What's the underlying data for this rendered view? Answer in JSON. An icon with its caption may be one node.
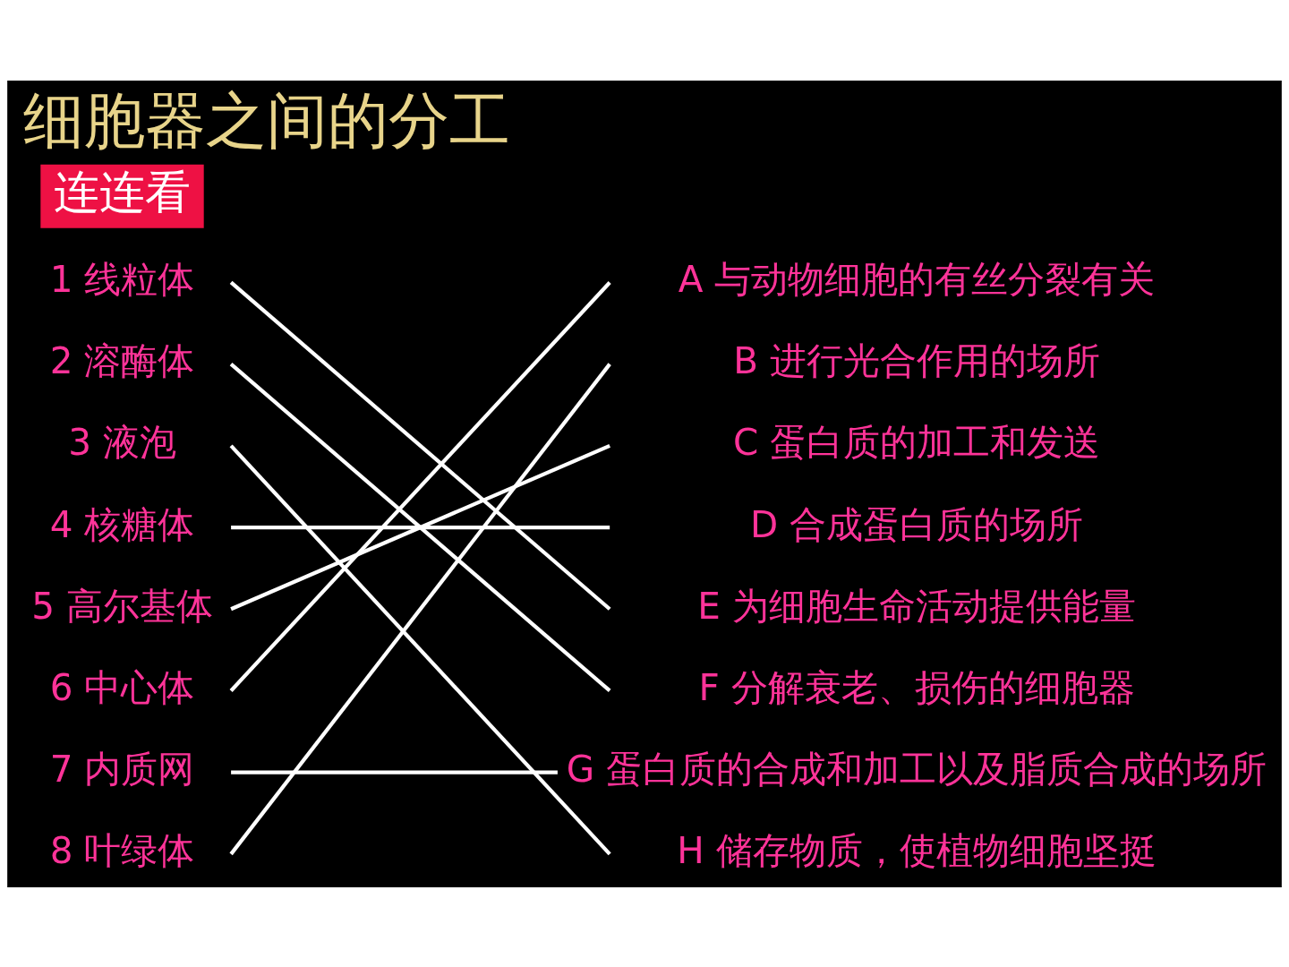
{
  "diagram": {
    "title": "细胞器之间的分工",
    "nodes": [
      {
        "text": [
          "1 线粒体"
        ]
      },
      {
        "text": [
          "2 溶酶体"
        ]
      },
      {
        "text": [
          "3 液泡"
        ]
      },
      {
        "text": [
          "4 核糖体"
        ]
      },
      {
        "text": [
          "5 高尔基体"
        ]
      },
      {
        "text": [
          "6 中心体"
        ]
      },
      {
        "text": [
          "7 内质网"
        ]
      },
      {
        "text": [
          "8 叶绿体"
        ]
      },
      {
        "text": [
          "A 与动物细胞的有丝分裂有关"
        ]
      },
      {
        "text": [
          "B 进行光合作用的场所"
        ]
      },
      {
        "text": [
          "C 蛋白质的加工和发送"
        ]
      },
      {
        "text": [
          "D 合成蛋白质的场所"
        ]
      },
      {
        "text": [
          "E 为细胞生命活动提供能量"
        ]
      },
      {
        "text": [
          "F 分解衰老、损伤的细胞器"
        ]
      },
      {
        "text": [
          "G 蛋白质的合成和加工以及脂质合成的场所"
        ]
      },
      {
        "text": [
          "H 储存物质，使植物细胞坚挺"
        ]
      }
    ],
    "edges": [
      {
        "from": 0,
        "to": 12,
        "arrow": "none"
      },
      {
        "from": 1,
        "to": 13,
        "arrow": "none"
      },
      {
        "from": 2,
        "to": 15,
        "arrow": "none"
      },
      {
        "from": 3,
        "to": 11,
        "arrow": "none"
      },
      {
        "from": 4,
        "to": 10,
        "arrow": "none"
      },
      {
        "from": 5,
        "to": 8,
        "arrow": "none"
      },
      {
        "from": 6,
        "to": 14,
        "arrow": "none"
      },
      {
        "from": 7,
        "to": 9,
        "arrow": "none"
      }
    ],
    "labels": [
      "连连看"
    ]
  }
}
